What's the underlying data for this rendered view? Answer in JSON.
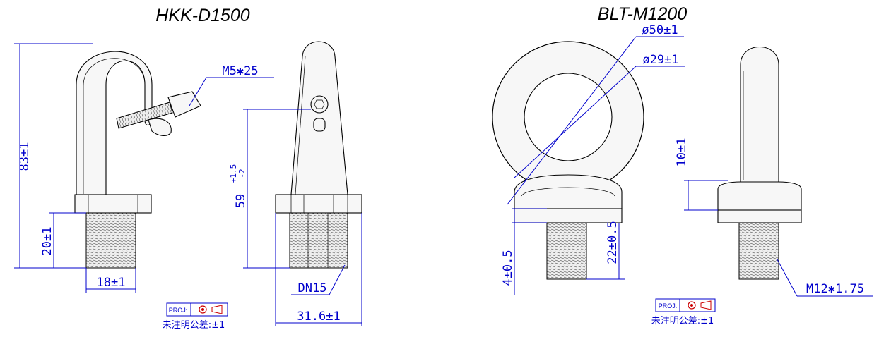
{
  "views": {
    "left": {
      "title": "HKK-D1500"
    },
    "right": {
      "title": "BLT-M1200"
    }
  },
  "dimensions": {
    "hook_screw": "M5✱25",
    "hook_height": "83±1",
    "hook_thread_len": "20±1",
    "hook_thread_width": "18±1",
    "side_height_main": "59",
    "side_height_upper": "+1.5",
    "side_height_lower": "-2",
    "side_thread": "DN15",
    "side_width": "31.6±1",
    "ring_outer": "ø50±1",
    "ring_inner": "ø29±1",
    "collar_height": "4±0.5",
    "bolt_thread_len": "22±0.5",
    "side_collar": "10±1",
    "bolt_thread": "M12✱1.75"
  },
  "notes": {
    "proj_label": "PROJ:",
    "tolerance_note": "未注明公差:±1"
  },
  "colors": {
    "dimension": "#0000cc",
    "outline": "#000000",
    "part_fill": "#f7f7f7"
  }
}
